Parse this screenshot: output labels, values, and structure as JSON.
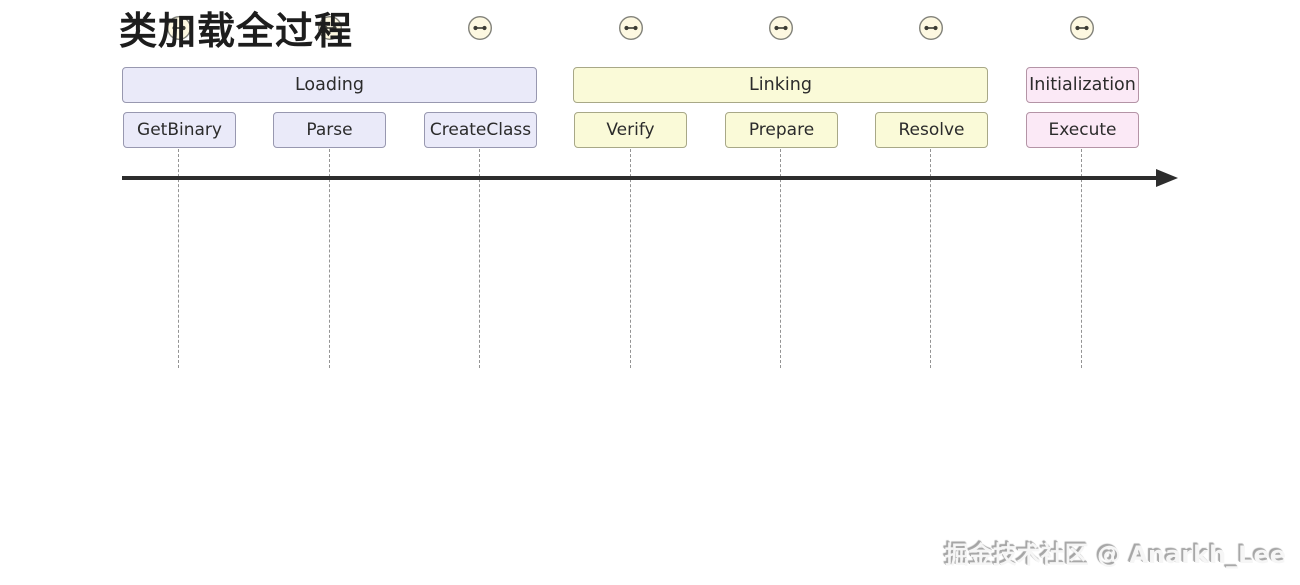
{
  "title": "类加载全过程",
  "watermark": "掘金技术社区 @ Anarkh_Lee",
  "phases": [
    {
      "label": "Loading",
      "theme": "lavender",
      "steps": [
        "GetBinary",
        "Parse",
        "CreateClass"
      ]
    },
    {
      "label": "Linking",
      "theme": "yellow",
      "steps": [
        "Verify",
        "Prepare",
        "Resolve"
      ]
    },
    {
      "label": "Initialization",
      "theme": "pink",
      "steps": [
        "Execute"
      ]
    }
  ],
  "icons": {
    "name": "link-dots-icon",
    "count": 7
  },
  "timeline": {
    "direction": "left-to-right"
  },
  "colors": {
    "lavender_fill": "#eaeaf9",
    "lavender_border": "#9898b0",
    "yellow_fill": "#fafad8",
    "yellow_border": "#a8a887",
    "pink_fill": "#fbe9f6",
    "pink_border": "#b494a6",
    "icon_fill": "#fdf8e1",
    "icon_border": "#82827a",
    "icon_glyph": "#3c3c35",
    "timeline_color": "#2d2d2d",
    "dash_color": "#949494",
    "box_text": "#2b2b2b",
    "title_color": "#1d1d1d",
    "watermark_color": "#f6f6f6"
  }
}
